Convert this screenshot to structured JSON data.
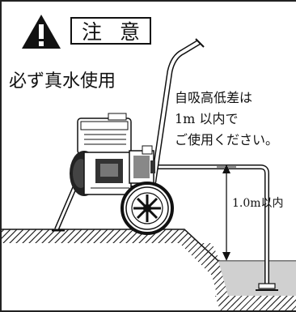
{
  "caution": {
    "char1": "注",
    "char2": "意"
  },
  "warning_icon": "exclamation-triangle-icon",
  "main_label": "必ず真水使用",
  "note": {
    "line1": "自吸高低差は",
    "line2": "1m 以内で",
    "line3": "ご使用ください。"
  },
  "dimension_label": "1.0m以内"
}
